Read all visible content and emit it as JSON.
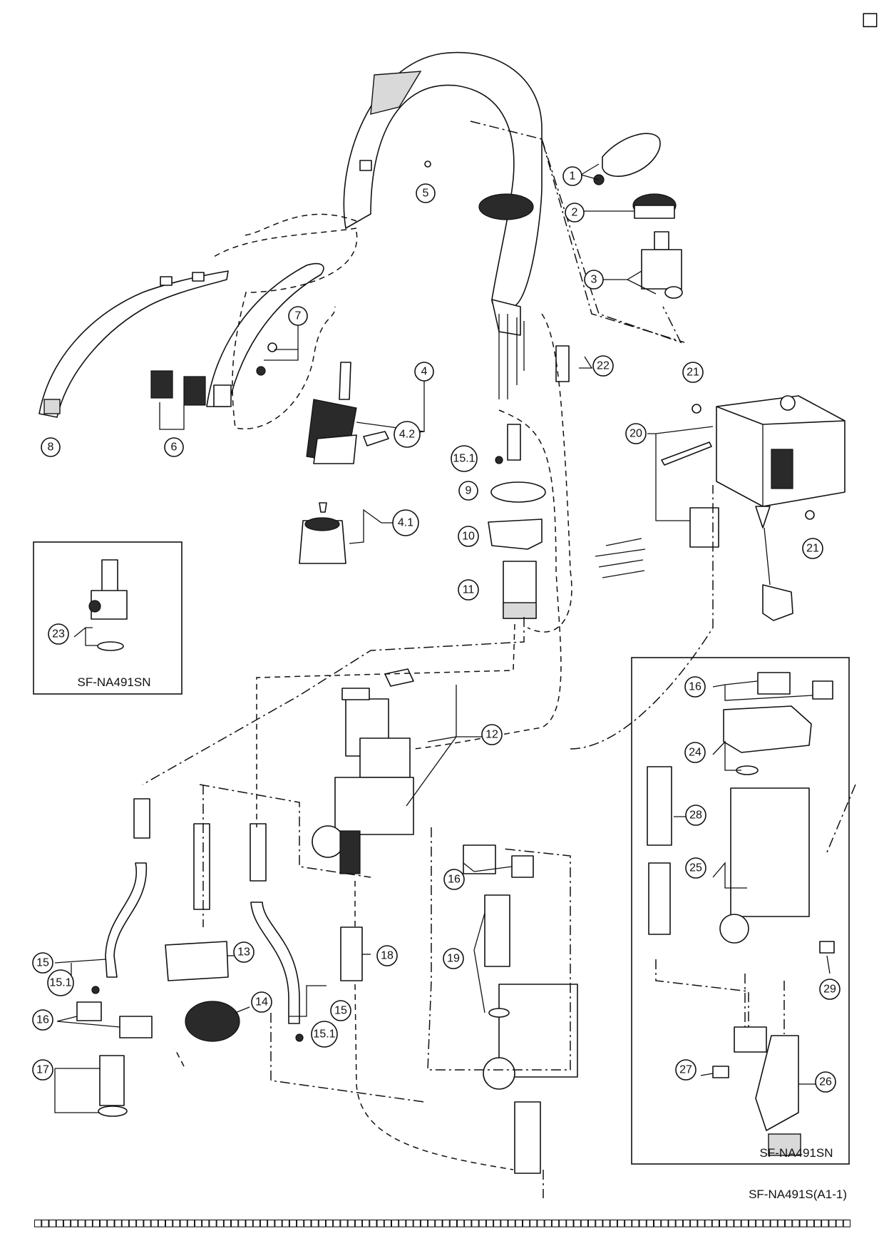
{
  "corner_checkbox": "□",
  "inset_left": {
    "label": "SF-NA491SN",
    "callouts": [
      "23"
    ]
  },
  "inset_right": {
    "label": "SF-NA491SN",
    "callouts": [
      "16",
      "24",
      "28",
      "25",
      "29",
      "27",
      "26"
    ]
  },
  "drawing_code": "SF-NA491S(A1-1)",
  "footer_row": "□□□□□□□□□□□□□□□□□□□□□□□□□□□□□□□□□□□□□□□□□□□□□□□□□□□□□□□□□□□□□□□□□□□□□□□□□□□□□□□□□□□□□□□□□□□□□□□□□□□□□□□□□□□□□□□□",
  "callouts": {
    "c1": "1",
    "c2": "2",
    "c3": "3",
    "c4": "4",
    "c4_1": "4.1",
    "c4_2": "4.2",
    "c5": "5",
    "c6": "6",
    "c7": "7",
    "c8": "8",
    "c9": "9",
    "c10": "10",
    "c11": "11",
    "c12": "12",
    "c13": "13",
    "c14": "14",
    "c15a": "15",
    "c15b": "15",
    "c15_1a": "15.1",
    "c15_1b": "15.1",
    "c15_1c": "15.1",
    "c16a": "16",
    "c16b": "16",
    "c17": "17",
    "c18": "18",
    "c19": "19",
    "c20": "20",
    "c21a": "21",
    "c21b": "21",
    "c22": "22"
  }
}
